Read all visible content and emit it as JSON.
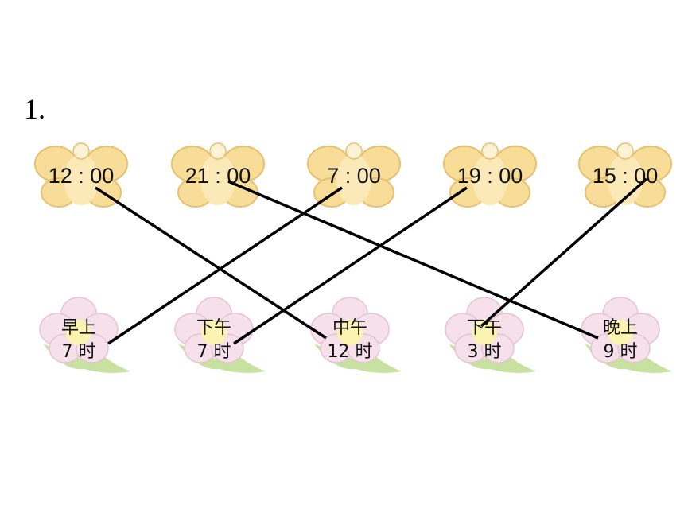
{
  "question_number": "1.",
  "times": [
    "12 : 00",
    "21 : 00",
    "7 : 00",
    "19 : 00",
    "15 : 00"
  ],
  "flowers": [
    {
      "period": "早上",
      "hour": "7 时"
    },
    {
      "period": "下午",
      "hour": "7 时"
    },
    {
      "period": "中午",
      "hour": "12 时"
    },
    {
      "period": "下午",
      "hour": "3 时"
    },
    {
      "period": "晚上",
      "hour": "9 时"
    }
  ],
  "colors": {
    "butterfly_wing": "#f8dd98",
    "butterfly_edge": "#e8c070",
    "flower_petal": "#f6e0ea",
    "flower_center": "#fbf3b0",
    "leaf": "#b9d98a",
    "line": "#000000"
  }
}
